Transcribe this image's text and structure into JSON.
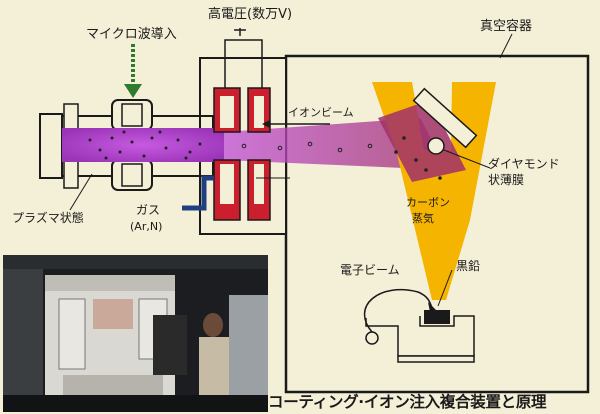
{
  "labels": {
    "microwave": "マイクロ波導入",
    "high_voltage": "高電圧(数万V)",
    "vacuum_vessel": "真空容器",
    "ion_beam": "イオンビーム",
    "diamond_film": "ダイヤモンド",
    "diamond_film_2": "状薄膜",
    "carbon_vapor": "カーボン",
    "carbon_vapor_2": "蒸気",
    "plasma_state": "プラズマ状態",
    "gas": "ガス",
    "gas_species": "(Ar,N)",
    "electron_beam": "電子ビーム",
    "graphite": "黒鉛"
  },
  "caption": "コーティング·イオン注入複合装置と原理",
  "colors": {
    "plasma": "#b04ad0",
    "high_voltage_electrode": "#cc1f2e",
    "carbon_vapor": "#f5b400",
    "gas_pipe": "#1f3f80",
    "background": "#f4efd7"
  }
}
